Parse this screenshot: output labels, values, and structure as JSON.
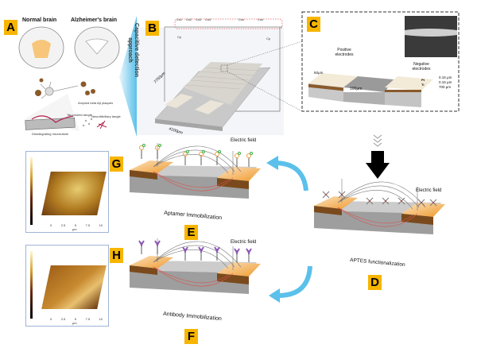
{
  "labels": {
    "a": "A",
    "b": "B",
    "c": "C",
    "d": "D",
    "e": "E",
    "f": "F",
    "g": "G",
    "h": "H"
  },
  "panel_a": {
    "normal_brain": "Normal brain",
    "alzheimers_brain": "Alzheimer's brain",
    "plaques": "Amyloid beta Aβ plaques",
    "tau": "Tau protein tangle",
    "neurofibrillary": "Neurofibrillary tangle",
    "microtubule": "Disintegrating microtubule"
  },
  "approach": "Capacitive detection approach",
  "panel_b": {
    "caps": [
      "Cs1",
      "Cs2",
      "Cs3",
      "Cs4",
      "Csn",
      "Csn"
    ],
    "cp_left": "Cp",
    "cp_right": "Cp",
    "length": "7750μm",
    "width": "4100μm"
  },
  "panel_c": {
    "positive": "Positive electrodes",
    "negative": "Negative electrodes",
    "electrode_width": "50μm",
    "gap": "100μm",
    "pt": "Pt",
    "ti": "Ti",
    "layers": [
      "0.15 μm",
      "0.15 μm",
      "700 μm"
    ]
  },
  "panel_d": {
    "caption": "APTES functionalization",
    "field": "Electric field"
  },
  "panel_e": {
    "caption": "Aptamer Immobilization",
    "field": "Electric field"
  },
  "panel_f": {
    "caption": "Antibody Immobilization",
    "field": "Electric field"
  },
  "afm_axis": {
    "ticks": [
      "0",
      "2.5",
      "5",
      "7.5",
      "10"
    ],
    "unit": "μm"
  },
  "colors": {
    "label_bg": "#f7b500",
    "arrow_blue": "#5bc0ea",
    "gold": "#e8a33c",
    "field_red": "#d9534f"
  }
}
